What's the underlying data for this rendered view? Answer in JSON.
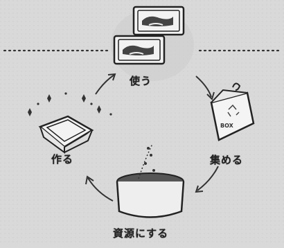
{
  "labels": {
    "use": "使う",
    "collect": "集める",
    "make": "作る",
    "resource": "資源にする"
  },
  "box_text": "BOX",
  "colors": {
    "background": "#d9d9d9",
    "ink": "#2a2a2a"
  }
}
